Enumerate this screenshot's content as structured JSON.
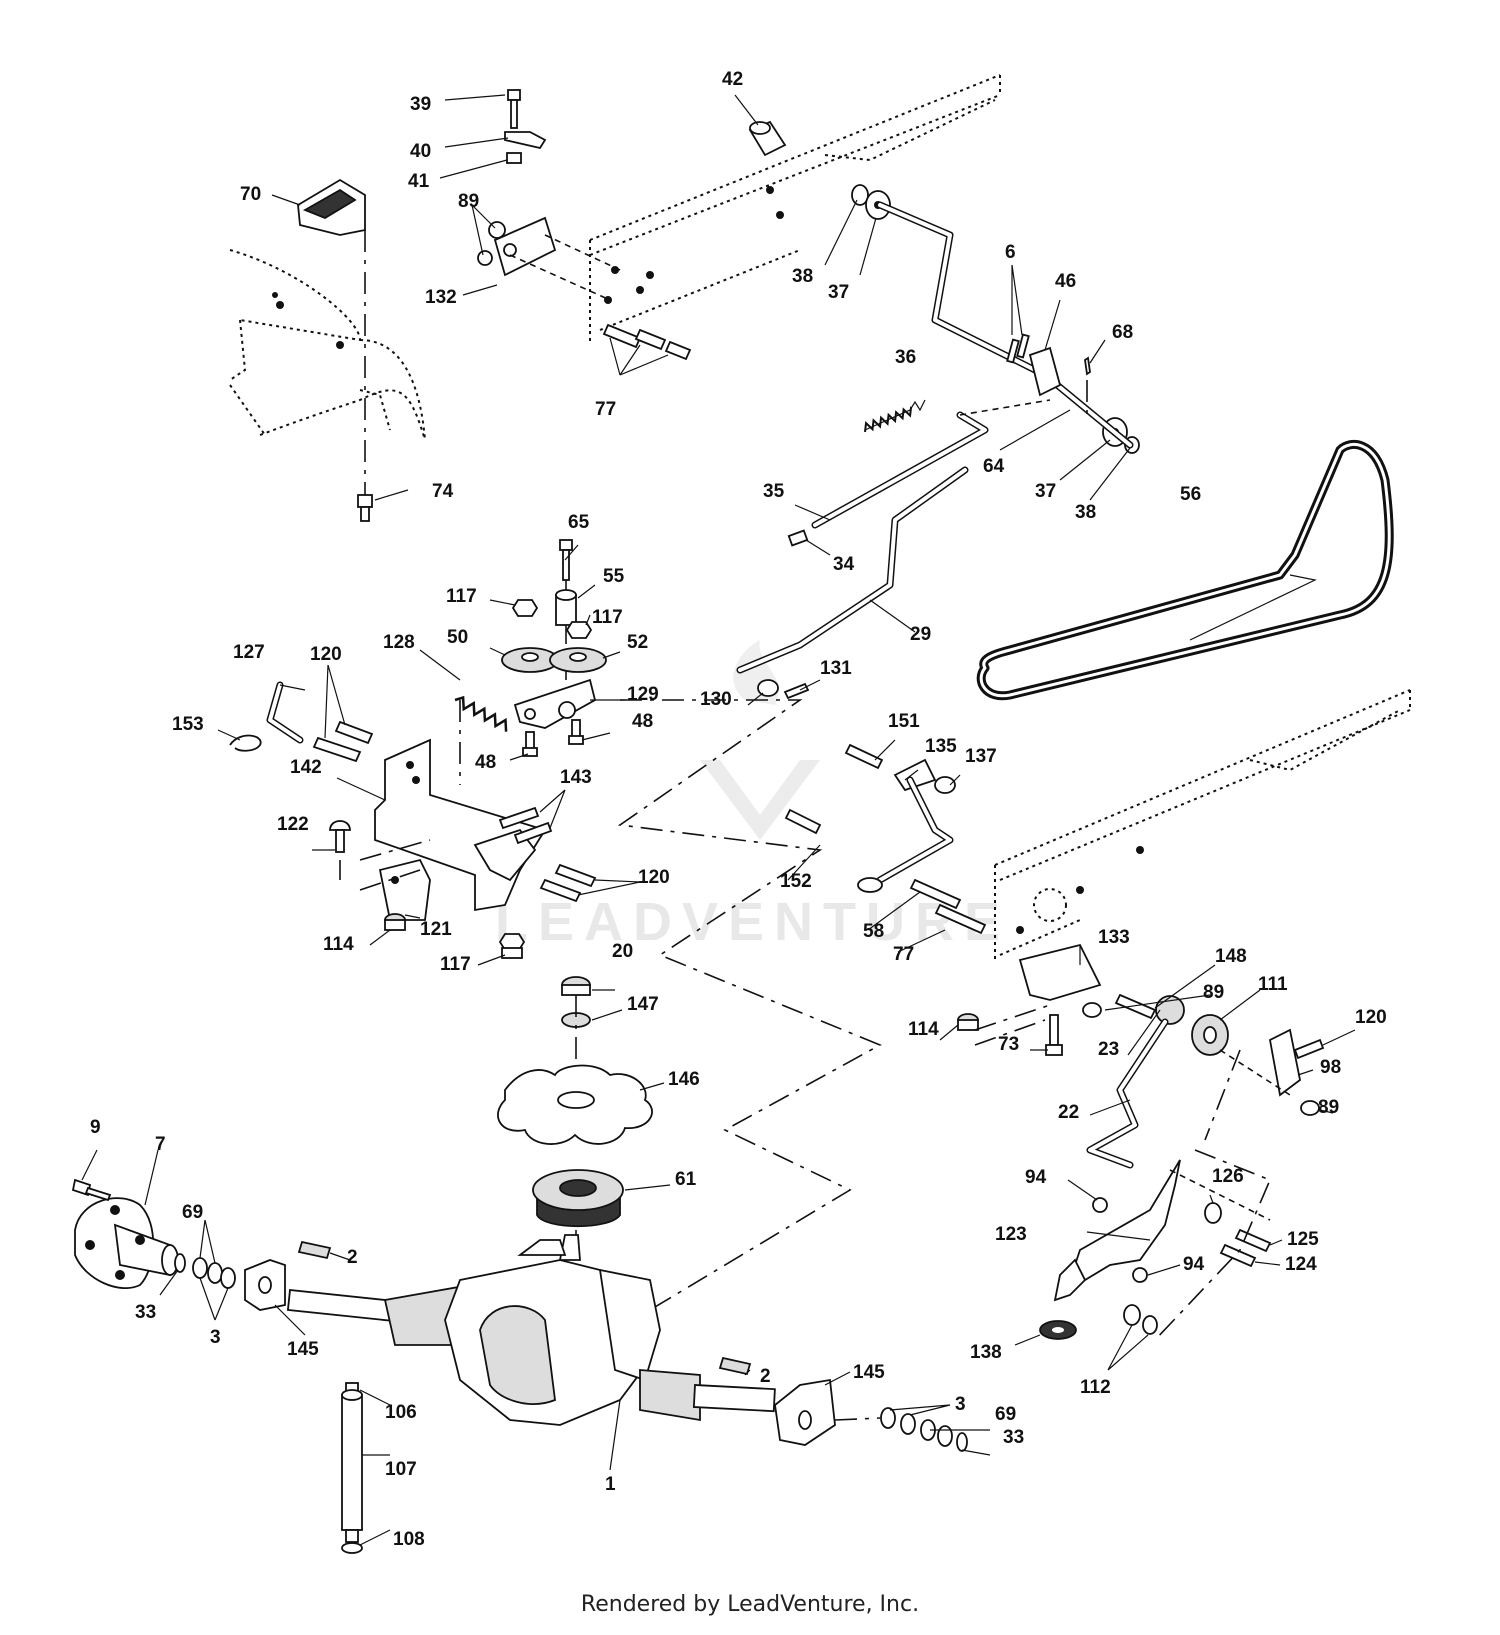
{
  "watermark": {
    "text": "LEADVENTURE"
  },
  "footer": {
    "text": "Rendered by LeadVenture, Inc."
  },
  "callouts": {
    "l39": "39",
    "l40": "40",
    "l41": "41",
    "l42": "42",
    "l70": "70",
    "l89a": "89",
    "l132": "132",
    "l77a": "77",
    "l38a": "38",
    "l37a": "37",
    "l6": "6",
    "l46": "46",
    "l68": "68",
    "l36": "36",
    "l64": "64",
    "l37b": "37",
    "l38b": "38",
    "l56": "56",
    "l74": "74",
    "l35": "35",
    "l34": "34",
    "l65": "65",
    "l55": "55",
    "l117a": "117",
    "l117b": "117",
    "l50": "50",
    "l52": "52",
    "l127": "127",
    "l120a": "120",
    "l128": "128",
    "l129": "129",
    "l48a": "48",
    "l48b": "48",
    "l153": "153",
    "l142": "142",
    "l29": "29",
    "l131": "131",
    "l130": "130",
    "l143": "143",
    "l151": "151",
    "l135": "135",
    "l137": "137",
    "l122": "122",
    "l120b": "120",
    "l152": "152",
    "l114a": "114",
    "l121": "121",
    "l117c": "117",
    "l58": "58",
    "l77b": "77",
    "l133": "133",
    "l148": "148",
    "l20": "20",
    "l147": "147",
    "l89b": "89",
    "l111": "111",
    "l114b": "114",
    "l73": "73",
    "l23": "23",
    "l120c": "120",
    "l98": "98",
    "l89c": "89",
    "l146": "146",
    "l22": "22",
    "l9": "9",
    "l7": "7",
    "l61": "61",
    "l94a": "94",
    "l126": "126",
    "l69a": "69",
    "l123": "123",
    "l125": "125",
    "l124": "124",
    "l94b": "94",
    "l2a": "2",
    "l33a": "33",
    "l3a": "3",
    "l145a": "145",
    "l138": "138",
    "l112": "112",
    "l2b": "2",
    "l145b": "145",
    "l3b": "3",
    "l69b": "69",
    "l33b": "33",
    "l106": "106",
    "l107": "107",
    "l1": "1",
    "l108": "108"
  }
}
